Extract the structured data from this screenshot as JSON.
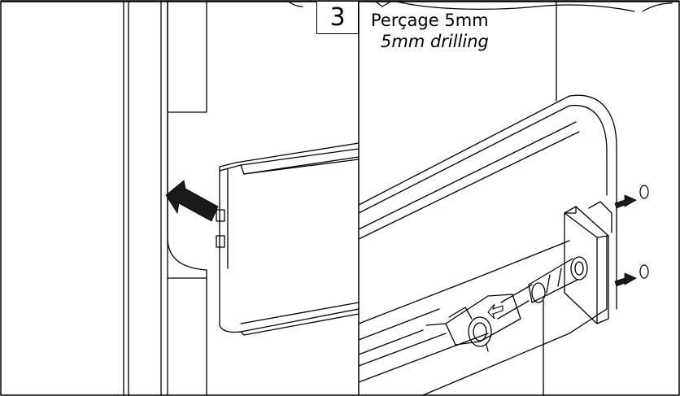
{
  "step": {
    "number": "3",
    "caption_fr": "Perçage 5mm",
    "caption_en": "5mm drilling"
  },
  "colors": {
    "line": "#000000",
    "background": "#ffffff",
    "arrow": "#1a1a1a"
  },
  "icons": {
    "push_arrow": "push-arrow-icon",
    "drill_arrow": "drill-arrow-icon",
    "drill_hole": "drill-hole-icon",
    "rotate_arrow": "rotate-arrow-icon"
  }
}
